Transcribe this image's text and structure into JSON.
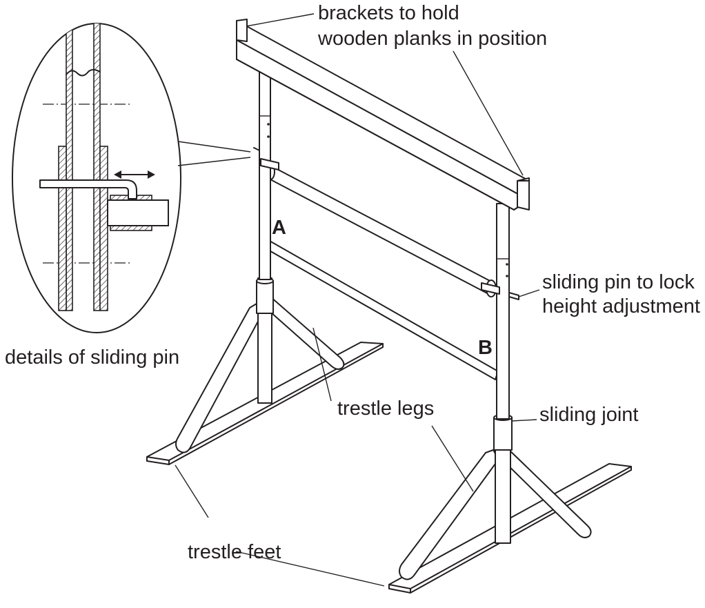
{
  "labels": {
    "brackets_line1": "brackets to hold",
    "brackets_line2": "wooden planks in position",
    "sliding_pin_line1": "sliding pin to lock",
    "sliding_pin_line2": "height adjustment",
    "details": "details of sliding pin",
    "trestle_legs": "trestle legs",
    "sliding_joint": "sliding joint",
    "trestle_feet": "trestle feet",
    "point_a": "A",
    "point_b": "B"
  }
}
